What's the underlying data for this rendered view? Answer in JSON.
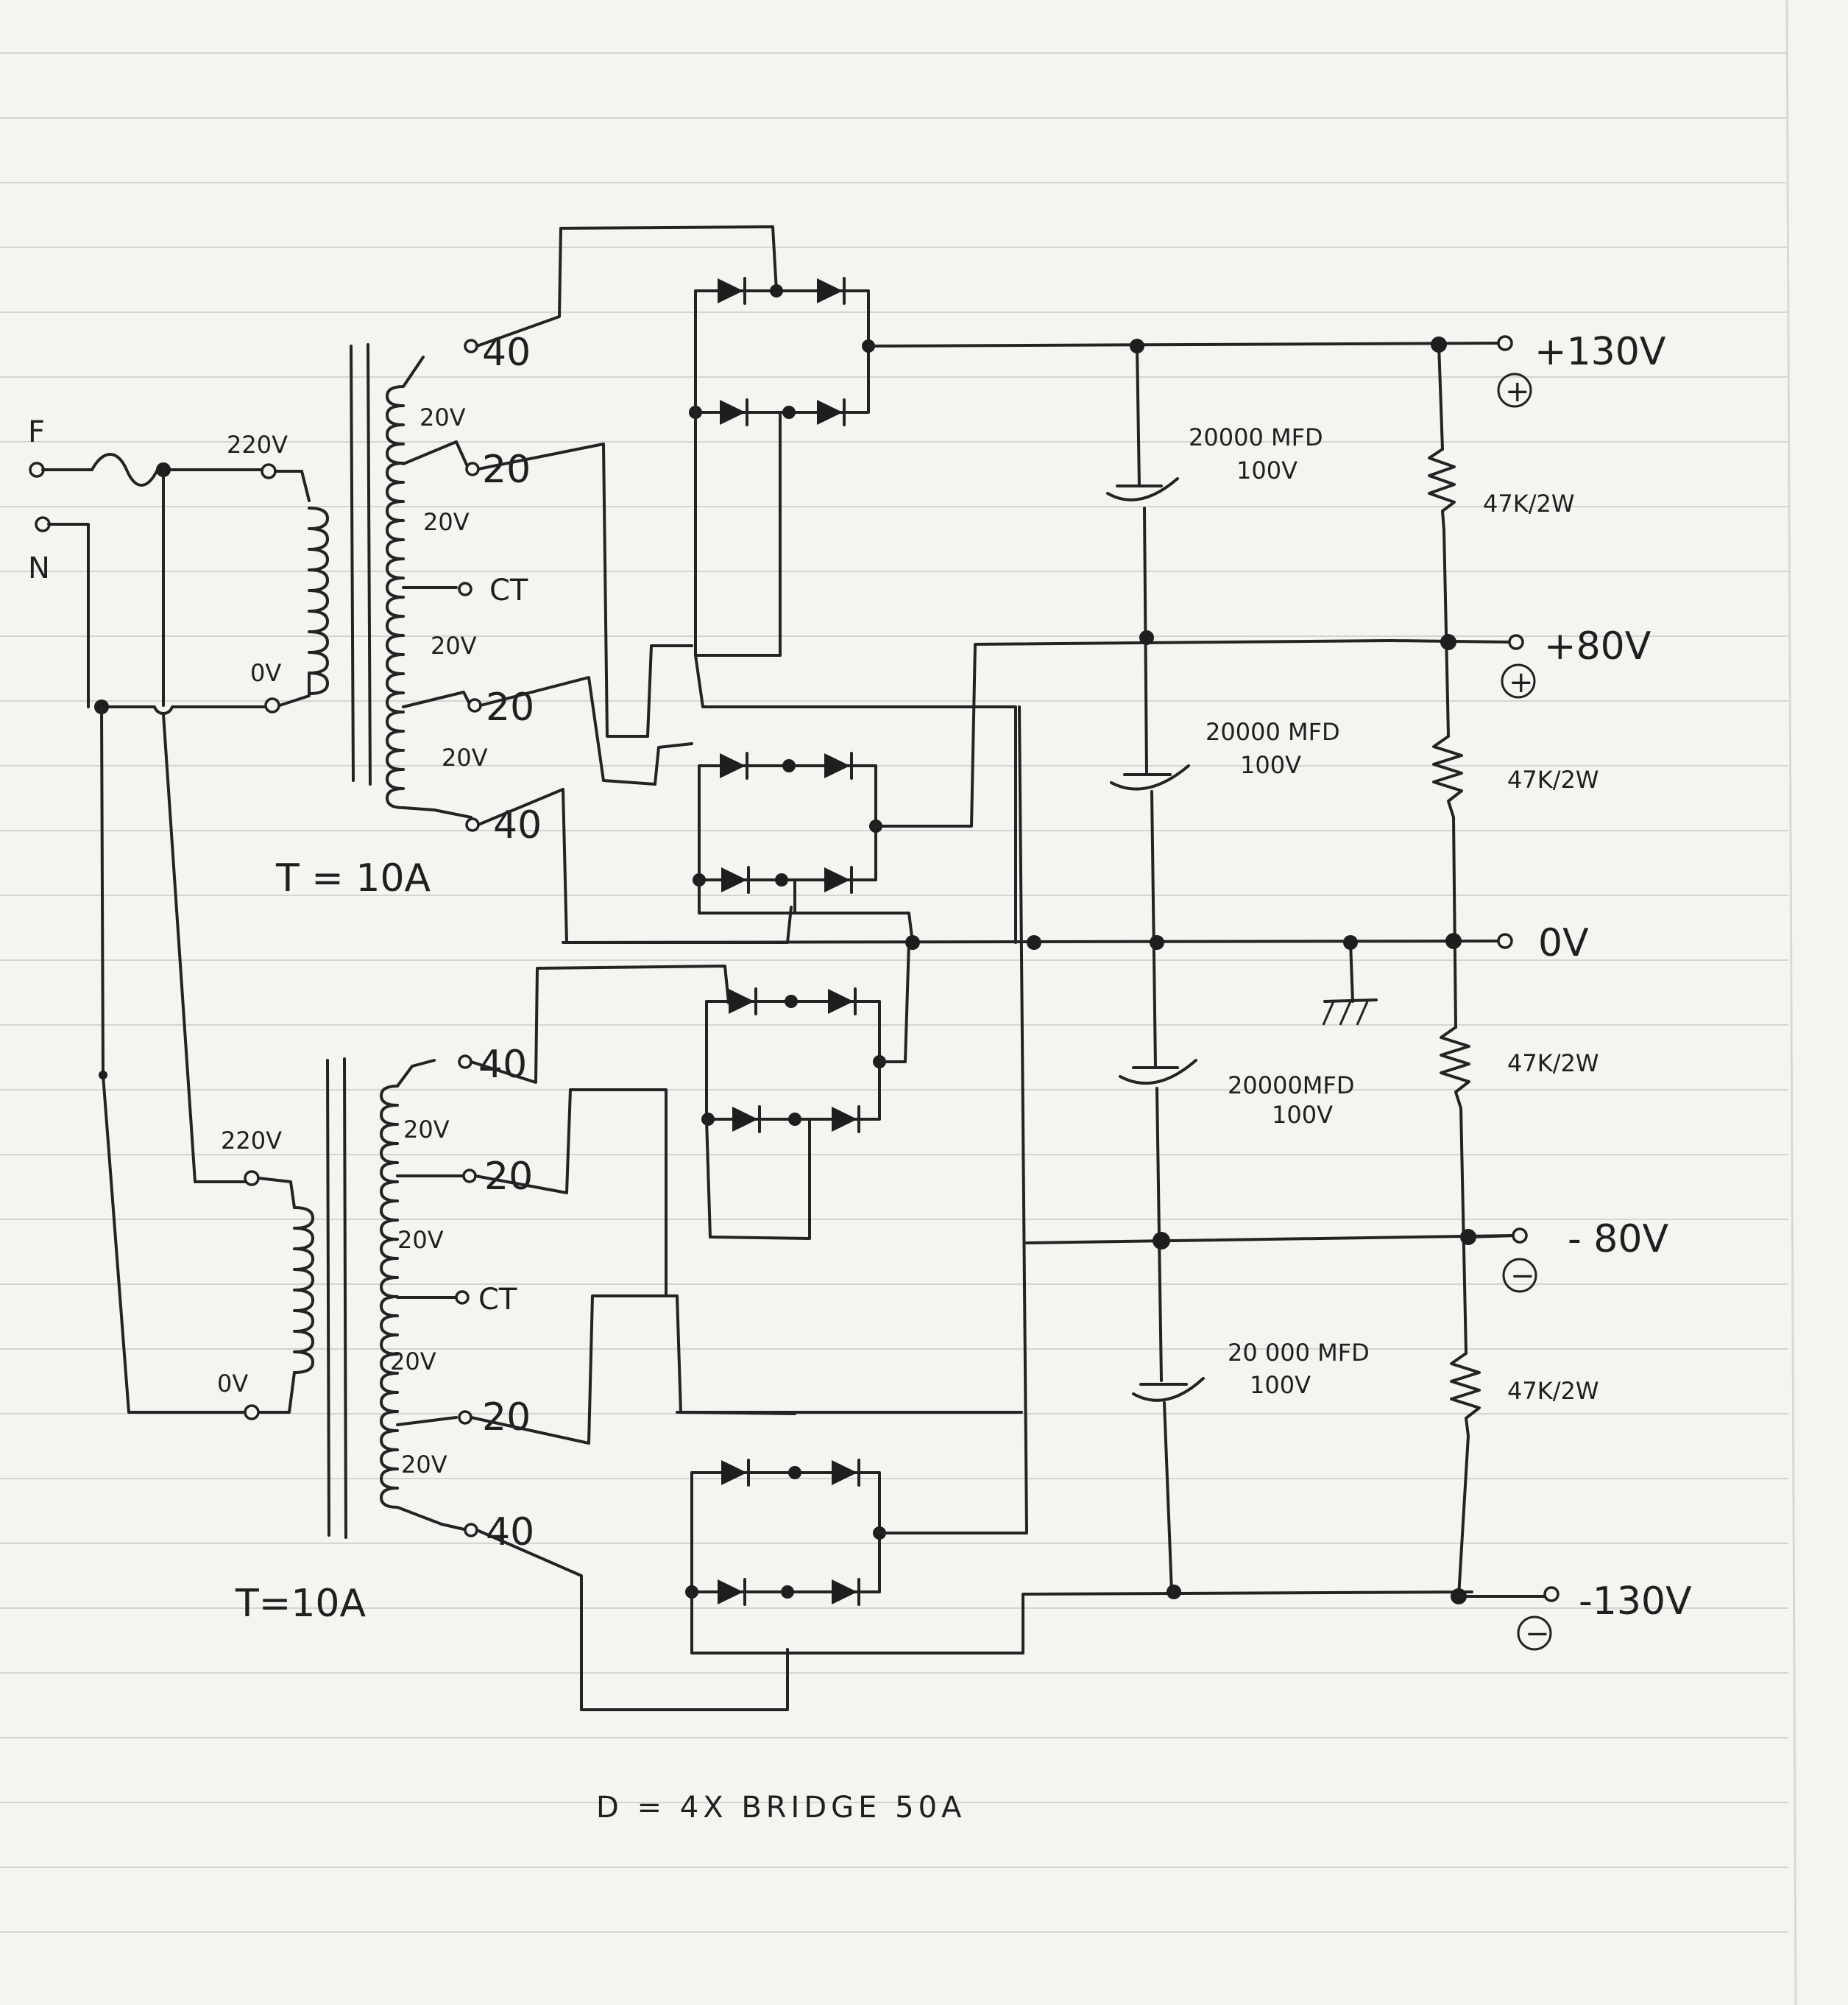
{
  "mains": {
    "phase_label": "F",
    "neutral_label": "N"
  },
  "transformers": [
    {
      "rating": "T = 10A",
      "primary_top": "220V",
      "primary_bottom": "0V",
      "taps": [
        "40",
        "20",
        "CT",
        "20",
        "40"
      ],
      "sections": [
        "20V",
        "20V",
        "20V",
        "20V"
      ]
    },
    {
      "rating": "T=10A",
      "primary_top": "220V",
      "primary_bottom": "0V",
      "taps": [
        "40",
        "20",
        "CT",
        "20",
        "40"
      ],
      "sections": [
        "20V",
        "20V",
        "20V",
        "20V"
      ]
    }
  ],
  "capacitors": [
    {
      "value": "20000 MFD",
      "voltage": "100V"
    },
    {
      "value": "20000 MFD",
      "voltage": "100V"
    },
    {
      "value": "20000MFD",
      "voltage": "100V"
    },
    {
      "value": "20 000 MFD",
      "voltage": "100V"
    }
  ],
  "resistors": [
    "47K/2W",
    "47K/2W",
    "47K/2W",
    "47K/2W"
  ],
  "outputs": [
    {
      "voltage": "+130V",
      "polarity": "+"
    },
    {
      "voltage": "+80V",
      "polarity": "+"
    },
    {
      "voltage": "0V",
      "polarity": ""
    },
    {
      "voltage": "- 80V",
      "polarity": "−"
    },
    {
      "voltage": "-130V",
      "polarity": "−"
    }
  ],
  "note": "D = 4X BRIDGE 50A"
}
